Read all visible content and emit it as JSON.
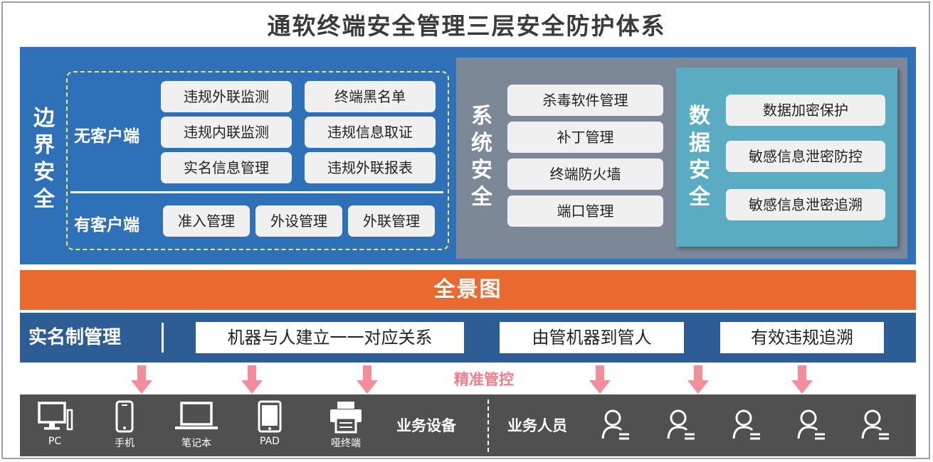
{
  "title": "通软终端安全管理三层安全防护体系",
  "boundary": {
    "title_chars": [
      "边",
      "界",
      "安",
      "全"
    ],
    "no_client": {
      "label": "无客户端",
      "items": [
        "违规外联监测",
        "终端黑名单",
        "违规内联监测",
        "违规信息取证",
        "实名信息管理",
        "违规外联报表"
      ]
    },
    "with_client": {
      "label": "有客户端",
      "items": [
        "准入管理",
        "外设管理",
        "外联管理"
      ]
    }
  },
  "system": {
    "title_chars": [
      "系",
      "统",
      "安",
      "全"
    ],
    "items": [
      "杀毒软件管理",
      "补丁管理",
      "终端防火墙",
      "端口管理"
    ]
  },
  "data_security": {
    "title_chars": [
      "数",
      "据",
      "安",
      "全"
    ],
    "items": [
      "数据加密保护",
      "敏感信息泄密防控",
      "敏感信息泄密追溯"
    ]
  },
  "panorama": "全景图",
  "realname": {
    "title": "实名制管理",
    "items": [
      "机器与人建立一一对应关系",
      "由管机器到管人",
      "有效违规追溯"
    ]
  },
  "precise_control": "精准管控",
  "devices": {
    "items": [
      {
        "label": "PC",
        "icon": "desktop-icon"
      },
      {
        "label": "手机",
        "icon": "phone-icon"
      },
      {
        "label": "笔记本",
        "icon": "laptop-icon"
      },
      {
        "label": "PAD",
        "icon": "tablet-icon"
      },
      {
        "label": "哑终端",
        "icon": "printer-icon"
      }
    ],
    "label": "业务设备"
  },
  "people": {
    "label": "业务人员",
    "count": 5,
    "icon": "user-icon"
  },
  "colors": {
    "boundary_bg": "#2f71b8",
    "system_bg": "#7c8797",
    "data_bg": "#5aacc3",
    "panorama_bg": "#e9692e",
    "management_bg": "#2c5d94",
    "bottom_bg": "#505050",
    "arrow": "#f58c9a",
    "dashed_border": "#f2e85a"
  }
}
